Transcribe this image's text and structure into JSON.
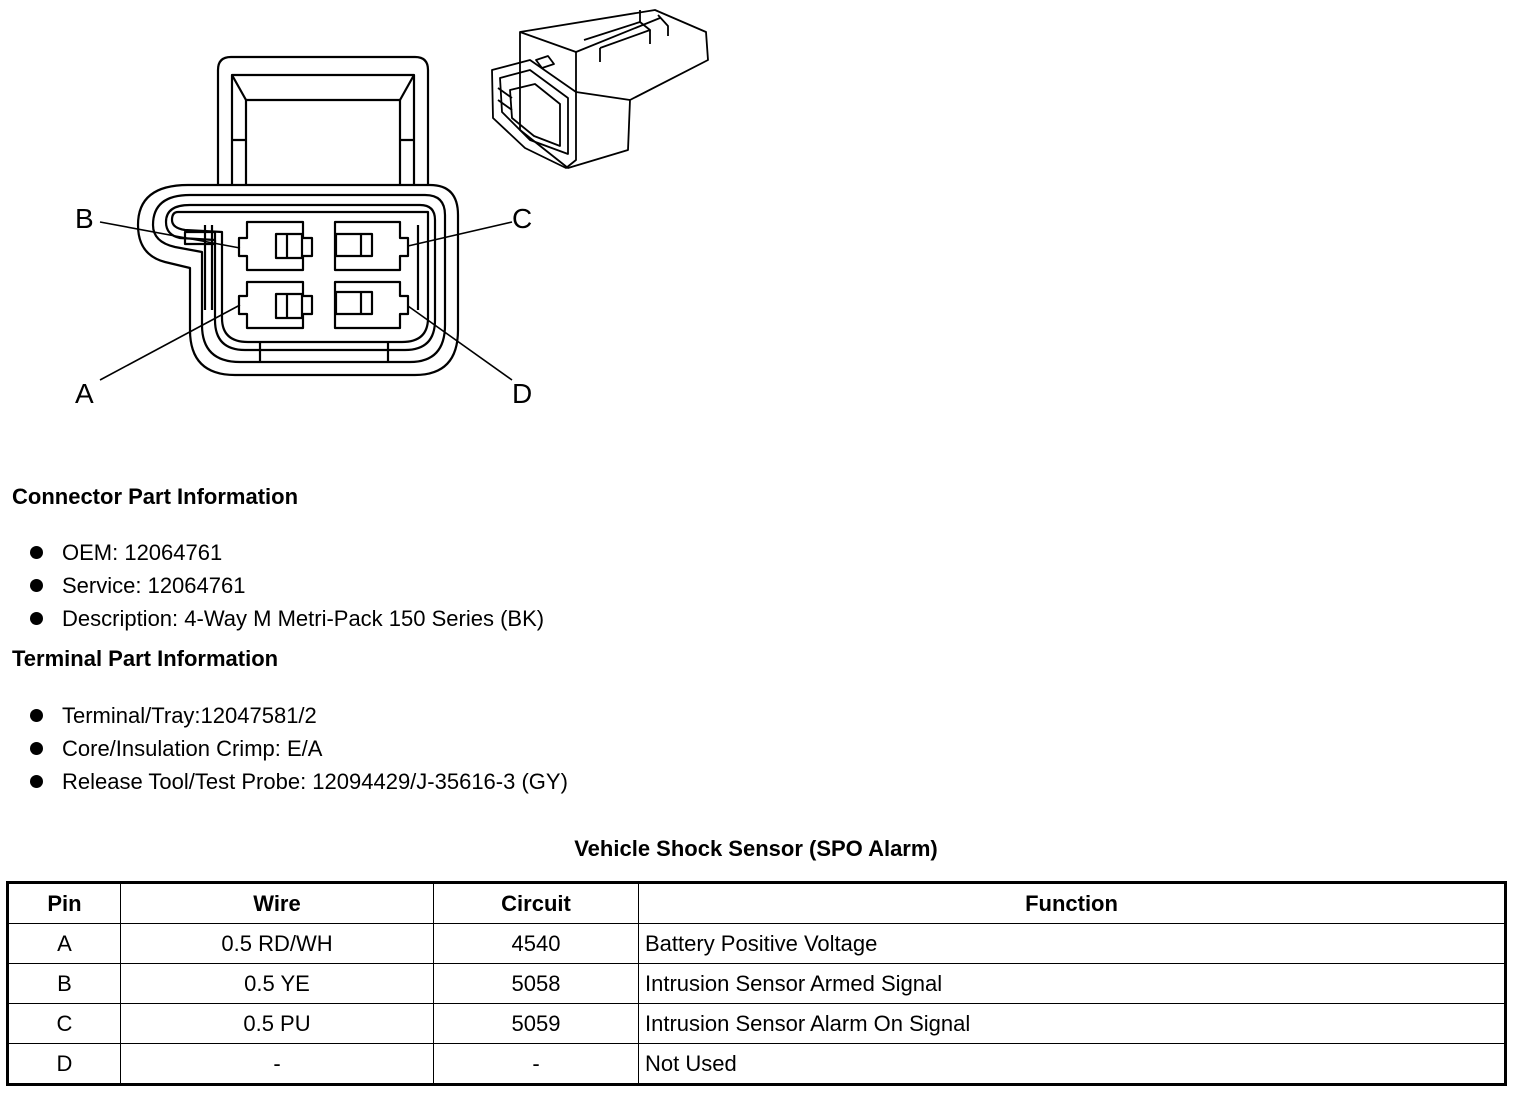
{
  "diagram": {
    "pin_labels": {
      "a": "A",
      "b": "B",
      "c": "C",
      "d": "D"
    }
  },
  "connector_info": {
    "heading": "Connector Part Information",
    "items": [
      "OEM: 12064761",
      "Service: 12064761",
      "Description: 4-Way M Metri-Pack 150 Series (BK)"
    ]
  },
  "terminal_info": {
    "heading": "Terminal Part Information",
    "items": [
      "Terminal/Tray:12047581/2",
      "Core/Insulation Crimp: E/A",
      "Release Tool/Test Probe: 12094429/J-35616-3 (GY)"
    ]
  },
  "table": {
    "title": "Vehicle Shock Sensor (SPO Alarm)",
    "headers": [
      "Pin",
      "Wire",
      "Circuit",
      "Function"
    ],
    "rows": [
      [
        "A",
        "0.5 RD/WH",
        "4540",
        "Battery Positive Voltage"
      ],
      [
        "B",
        "0.5 YE",
        "5058",
        "Intrusion Sensor Armed Signal"
      ],
      [
        "C",
        "0.5 PU",
        "5059",
        "Intrusion Sensor Alarm On Signal"
      ],
      [
        "D",
        "-",
        "-",
        "Not Used"
      ]
    ]
  }
}
